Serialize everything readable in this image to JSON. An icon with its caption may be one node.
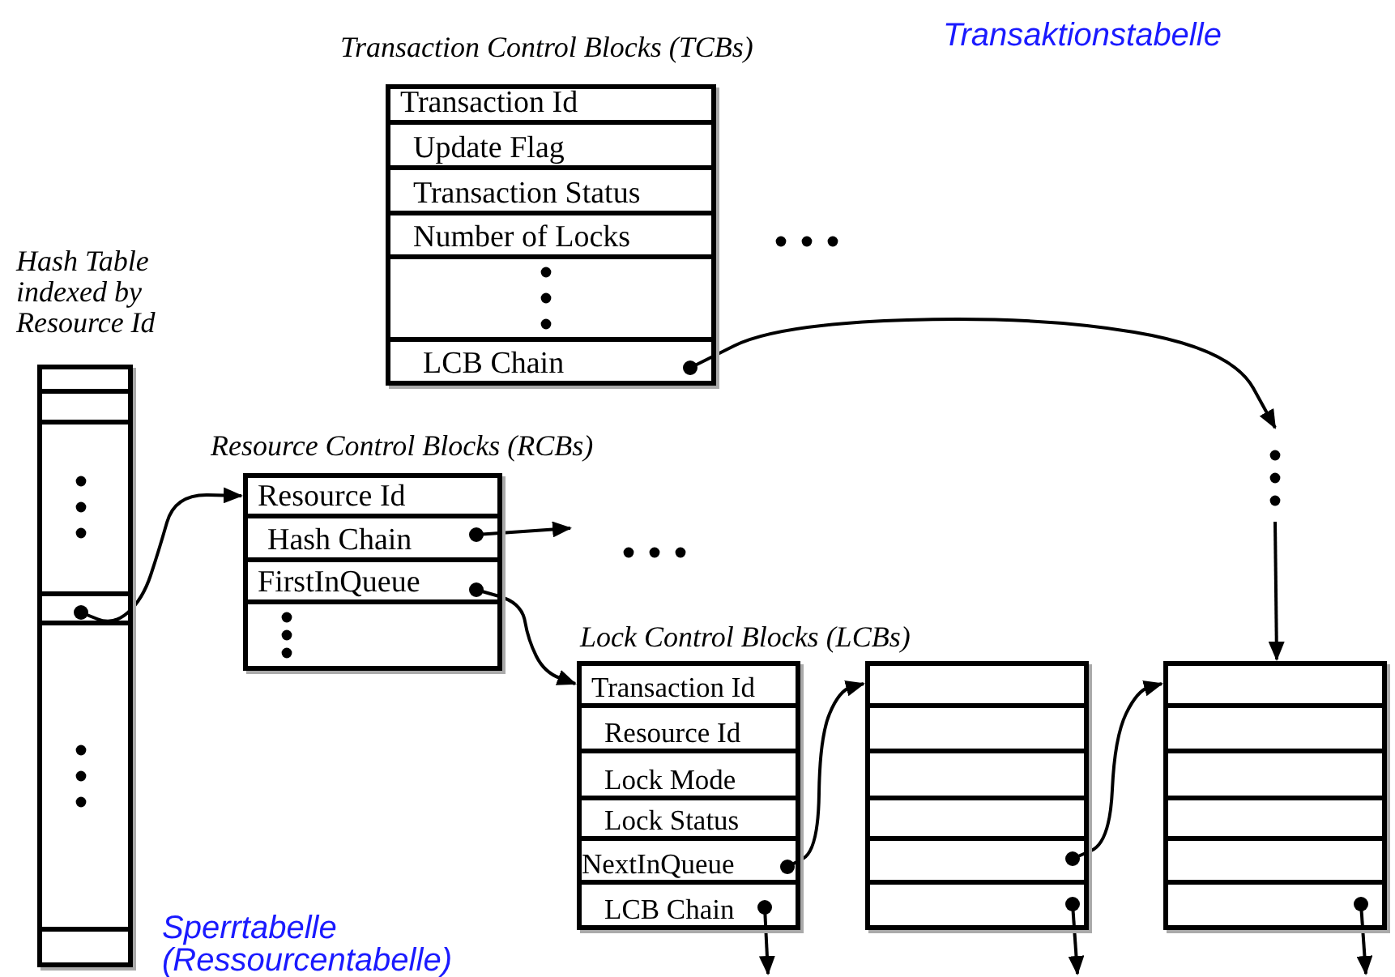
{
  "diagram": {
    "nodes": [
      {
        "text": [
          "Transaction Control Blocks (TCBs)"
        ]
      },
      {
        "text": [
          "Transaction Id"
        ],
        "in": 0
      },
      {
        "text": [
          "Update Flag"
        ],
        "in": 0
      },
      {
        "text": [
          "Transaction Status"
        ],
        "in": 0
      },
      {
        "text": [
          "Number of Locks"
        ],
        "in": 0
      },
      {
        "text": [
          "LCB Chain"
        ],
        "in": 0
      },
      {
        "text": [
          "Hash Table indexed by Resource Id"
        ]
      },
      {
        "text": [],
        "shape": "box",
        "in": 6
      },
      {
        "text": [
          "Resource Control Blocks (RCBs)"
        ]
      },
      {
        "text": [
          "Resource Id"
        ],
        "in": 8
      },
      {
        "text": [
          "Hash Chain"
        ],
        "in": 8
      },
      {
        "text": [
          "FirstInQueue"
        ],
        "in": 8
      },
      {
        "text": [
          "Lock Control Blocks (LCBs)"
        ]
      },
      {
        "text": [
          "Transaction Id"
        ],
        "in": 12
      },
      {
        "text": [
          "Resource Id"
        ],
        "in": 12
      },
      {
        "text": [
          "Lock Mode"
        ],
        "in": 12
      },
      {
        "text": [
          "Lock Status"
        ],
        "in": 12
      },
      {
        "text": [
          "NextInQueue"
        ],
        "in": 12
      },
      {
        "text": [
          "LCB Chain"
        ],
        "in": 12
      },
      {
        "text": [],
        "shape": "box"
      },
      {
        "text": [],
        "shape": "box"
      }
    ],
    "edges": [
      {
        "from": 7,
        "to": 8,
        "arrow": "to"
      },
      {
        "from": 10,
        "to": null,
        "arrow": "to"
      },
      {
        "from": 11,
        "to": 12,
        "arrow": "to"
      },
      {
        "from": 5,
        "to": null,
        "arrow": "to"
      },
      {
        "from": null,
        "to": 20,
        "arrow": "to"
      },
      {
        "from": 17,
        "to": 19,
        "arrow": "to"
      },
      {
        "from": 19,
        "to": 20,
        "arrow": "to"
      },
      {
        "from": 18,
        "to": null,
        "arrow": "to"
      },
      {
        "from": 19,
        "to": null,
        "arrow": "to"
      },
      {
        "from": 20,
        "to": null,
        "arrow": "to"
      }
    ],
    "labels": [
      "Transaktionstabelle",
      "Sperrtabelle (Ressourcentabelle)"
    ]
  }
}
